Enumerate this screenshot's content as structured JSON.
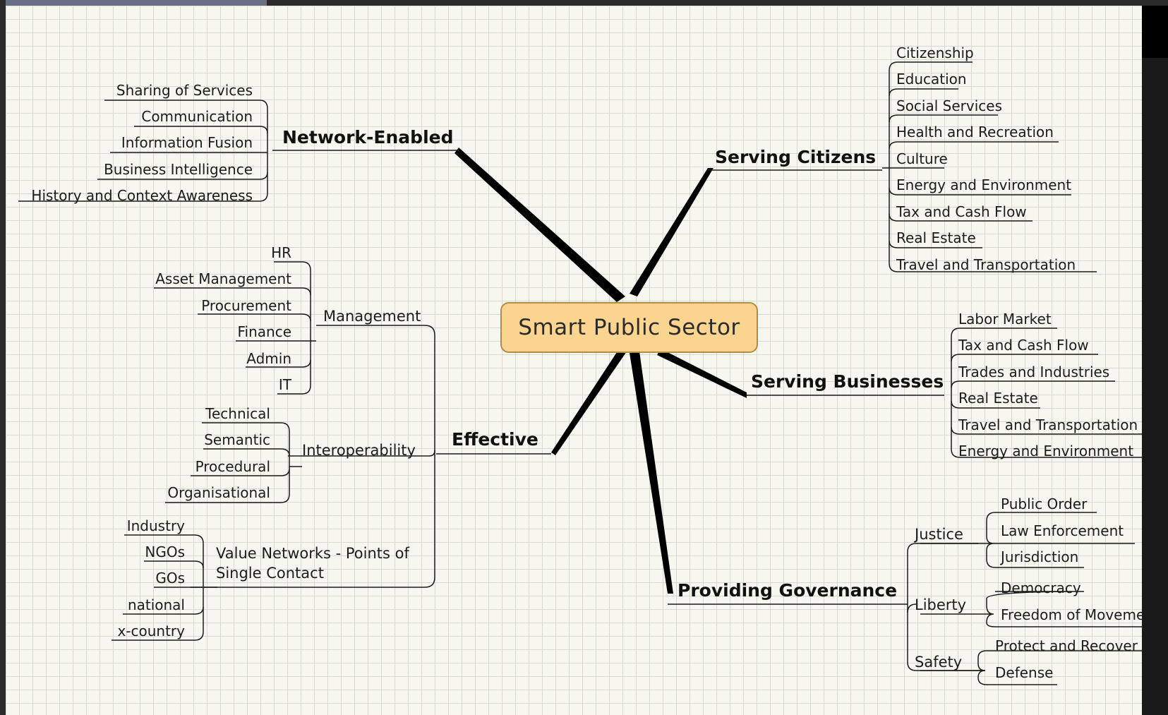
{
  "central": "Smart Public Sector",
  "network_enabled": {
    "title": "Network-Enabled",
    "items": [
      "Sharing of Services",
      "Communication",
      "Information Fusion",
      "Business Intelligence",
      "History and Context Awareness"
    ]
  },
  "serving_citizens": {
    "title": "Serving Citizens",
    "items": [
      "Citizenship",
      "Education",
      "Social Services",
      "Health and Recreation",
      "Culture",
      "Energy and Environment",
      "Tax and Cash Flow",
      "Real Estate",
      "Travel and Transportation"
    ]
  },
  "serving_businesses": {
    "title": "Serving Businesses",
    "items": [
      "Labor Market",
      "Tax and Cash Flow",
      "Trades and Industries",
      "Real Estate",
      "Travel and Transportation",
      "Energy and Environment"
    ]
  },
  "effective": {
    "title": "Effective",
    "management": {
      "title": "Management",
      "items": [
        "HR",
        "Asset Management",
        "Procurement",
        "Finance",
        "Admin",
        "IT"
      ]
    },
    "interoperability": {
      "title": "Interoperability",
      "items": [
        "Technical",
        "Semantic",
        "Procedural",
        "Organisational"
      ]
    },
    "value_networks": {
      "title_line1": "Value Networks - Points of",
      "title_line2": "Single Contact",
      "items": [
        "Industry",
        "NGOs",
        "GOs",
        "national",
        "x-country"
      ]
    }
  },
  "providing_governance": {
    "title": "Providing Governance",
    "justice": {
      "title": "Justice",
      "items": [
        "Public Order",
        "Law Enforcement",
        "Jurisdiction"
      ]
    },
    "liberty": {
      "title": "Liberty",
      "items": [
        "Democracy",
        "Freedom of Movement"
      ]
    },
    "safety": {
      "title": "Safety",
      "items": [
        "Protect and Recover",
        "Defense"
      ]
    }
  }
}
